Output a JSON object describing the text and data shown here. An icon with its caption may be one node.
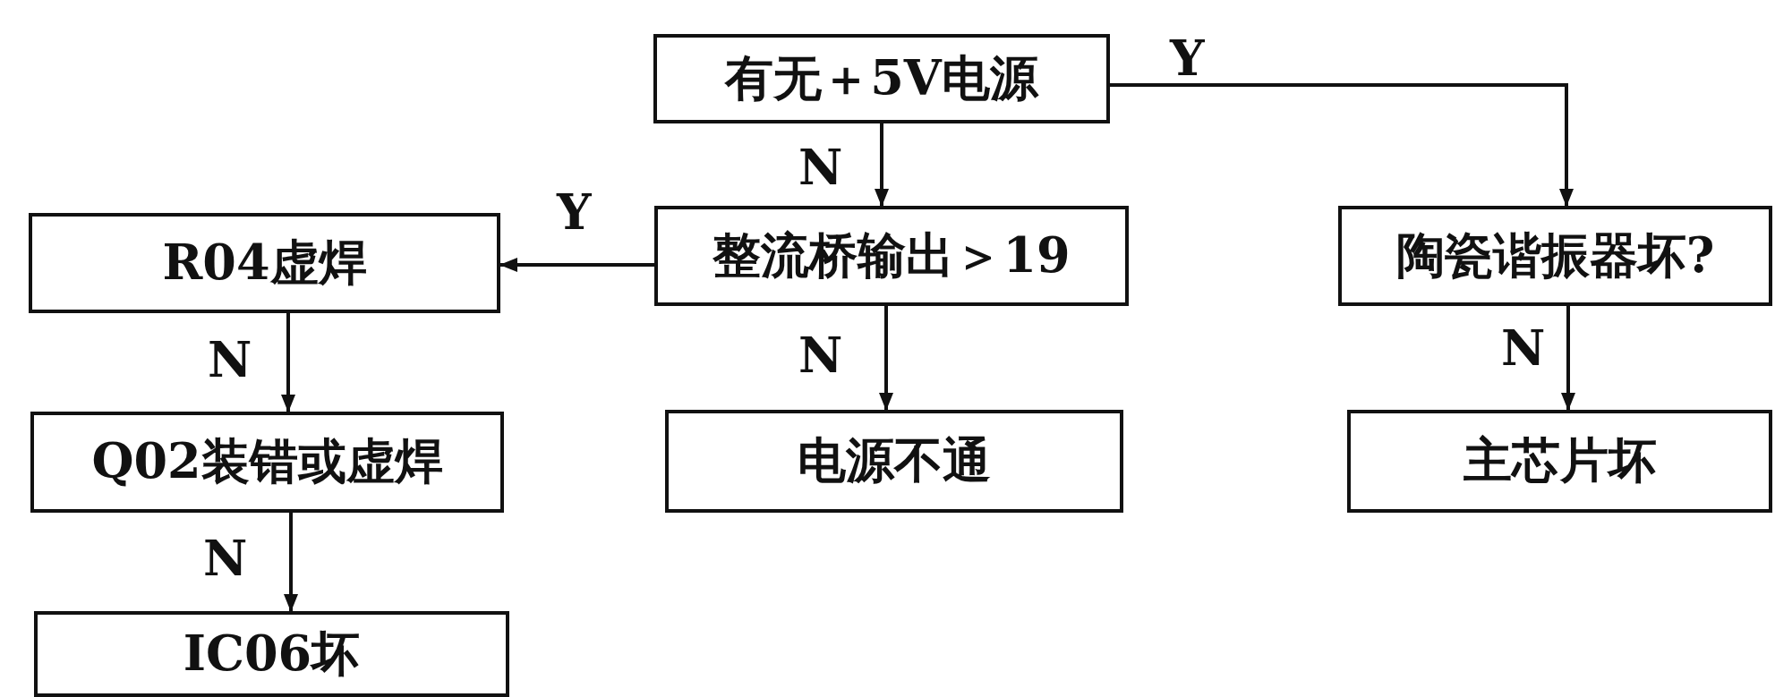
{
  "diagram": {
    "nodes": [
      {
        "text": [
          "有无＋5V电源"
        ]
      },
      {
        "text": [
          "整流桥输出＞19"
        ]
      },
      {
        "text": [
          "R04虚焊"
        ]
      },
      {
        "text": [
          "陶瓷谐振器坏?"
        ]
      },
      {
        "text": [
          "Q02装错或虚焊"
        ]
      },
      {
        "text": [
          "电源不通"
        ]
      },
      {
        "text": [
          "主芯片坏"
        ]
      },
      {
        "text": [
          "IC06坏"
        ]
      }
    ],
    "edges": [
      {
        "from": 0,
        "to": 1,
        "arrow": "to",
        "label": "N"
      },
      {
        "from": 0,
        "to": 3,
        "arrow": "to",
        "label": "Y"
      },
      {
        "from": 1,
        "to": 2,
        "arrow": "to",
        "label": "Y"
      },
      {
        "from": 1,
        "to": 5,
        "arrow": "to",
        "label": "N"
      },
      {
        "from": 2,
        "to": 4,
        "arrow": "to",
        "label": "N"
      },
      {
        "from": 4,
        "to": 7,
        "arrow": "to",
        "label": "N"
      },
      {
        "from": 3,
        "to": 6,
        "arrow": "to",
        "label": "N"
      }
    ]
  }
}
